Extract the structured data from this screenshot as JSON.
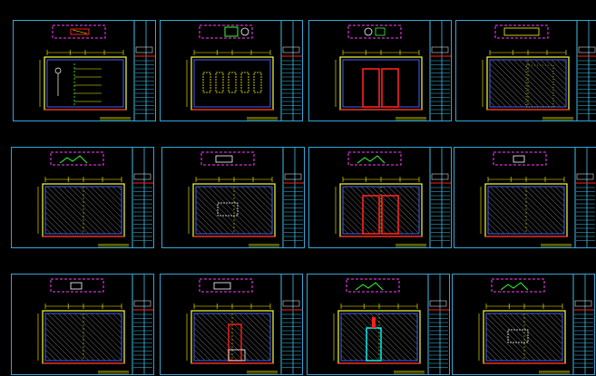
{
  "viewport": {
    "background": "#000000"
  },
  "palette": {
    "frame": "#2fa8d8",
    "titleblock": "#3fc0e8",
    "wall": "#ffff33",
    "dim": "#ffff00",
    "hatch": "#5a5a5a",
    "plan": "#ff3bff",
    "red": "#ff2020",
    "green": "#33ff33",
    "white": "#ffffff",
    "blue": "#4060ff",
    "cyan": "#00ffff"
  },
  "rows": [
    {
      "sheets": [
        {
          "variant": "shelf-figure",
          "plan": "bar-red",
          "has_door": false
        },
        {
          "variant": "blocks",
          "plan": "fixtures-green",
          "has_door": false
        },
        {
          "variant": "red-door",
          "plan": "round-fixture",
          "has_door": true
        },
        {
          "variant": "tiled",
          "plan": "bar-yellow",
          "has_door": false
        }
      ]
    },
    {
      "sheets": [
        {
          "variant": "hatched",
          "plan": "stair-green",
          "has_door": false
        },
        {
          "variant": "hatched-box",
          "plan": "small-magenta",
          "has_door": false
        },
        {
          "variant": "hatched-red-door",
          "plan": "stair-green",
          "has_door": true
        },
        {
          "variant": "hatched",
          "plan": "small-white",
          "has_door": false
        }
      ]
    },
    {
      "sheets": [
        {
          "variant": "hatched",
          "plan": "small-green",
          "has_door": false
        },
        {
          "variant": "hatched-red-side",
          "plan": "magenta-notch",
          "has_door": true
        },
        {
          "variant": "hatched-cyan-door",
          "plan": "stair-green",
          "has_door": true
        },
        {
          "variant": "hatched-white-box",
          "plan": "green-step",
          "has_door": false
        }
      ]
    }
  ]
}
